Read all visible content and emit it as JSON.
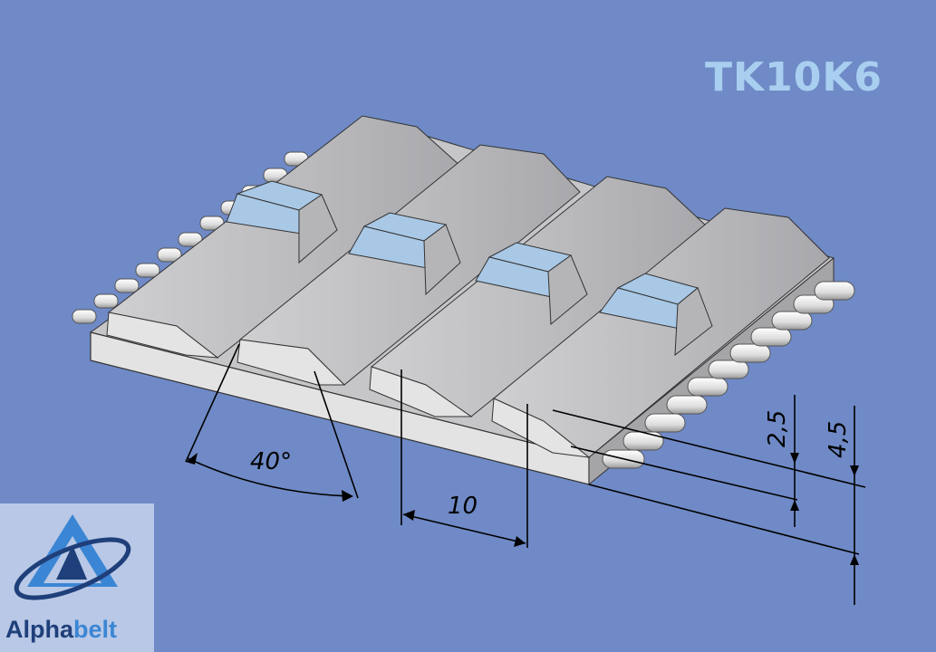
{
  "title": "TK10K6",
  "dimensions": {
    "angle": "40°",
    "pitch": "10",
    "tooth_height": "2,5",
    "total_height": "4,5"
  },
  "logo": {
    "brand_part1": "Alpha",
    "brand_part2": "belt"
  },
  "colors": {
    "background": "#6f8ac6",
    "belt_light": "#e6e6e6",
    "belt_shadow": "#b4b4b6",
    "cleat_top": "#a9c8e6",
    "title": "#a9cff0"
  }
}
